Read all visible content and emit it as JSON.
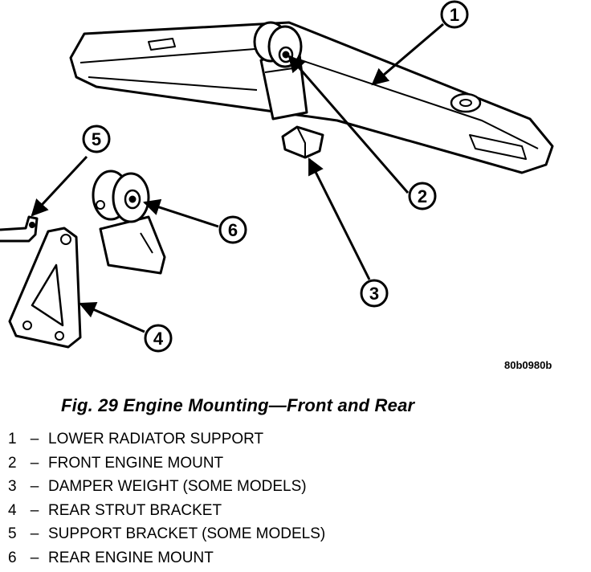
{
  "figure": {
    "code": "80b0980b",
    "caption": "Fig. 29 Engine Mounting—Front and Rear"
  },
  "callouts": [
    {
      "id": "1",
      "label": "1"
    },
    {
      "id": "2",
      "label": "2"
    },
    {
      "id": "3",
      "label": "3"
    },
    {
      "id": "4",
      "label": "4"
    },
    {
      "id": "5",
      "label": "5"
    },
    {
      "id": "6",
      "label": "6"
    }
  ],
  "legend": [
    {
      "num": "1",
      "dash": "–",
      "text": "LOWER RADIATOR SUPPORT"
    },
    {
      "num": "2",
      "dash": "–",
      "text": "FRONT ENGINE MOUNT"
    },
    {
      "num": "3",
      "dash": "–",
      "text": "DAMPER WEIGHT (SOME MODELS)"
    },
    {
      "num": "4",
      "dash": "–",
      "text": "REAR STRUT BRACKET"
    },
    {
      "num": "5",
      "dash": "–",
      "text": "SUPPORT BRACKET (SOME MODELS)"
    },
    {
      "num": "6",
      "dash": "–",
      "text": "REAR ENGINE MOUNT"
    }
  ]
}
